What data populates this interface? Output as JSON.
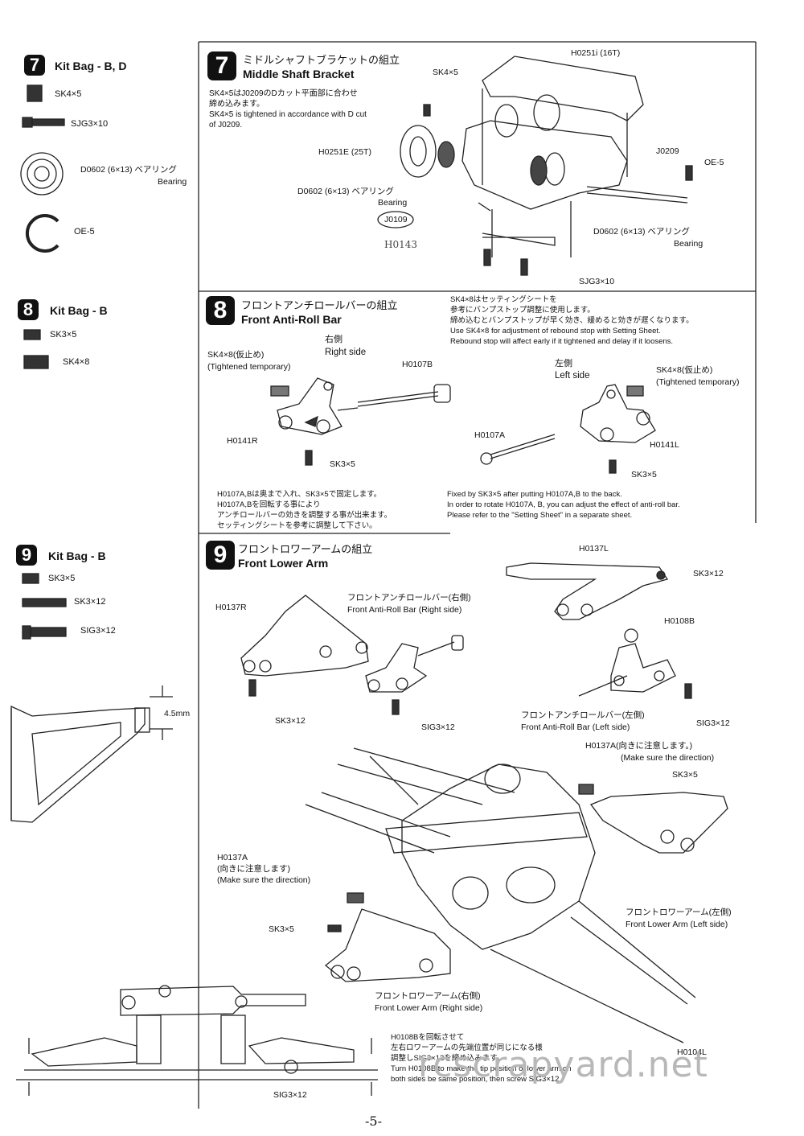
{
  "page_number": "-5-",
  "watermark": "rcscrapyard.net",
  "left": {
    "bag7": {
      "num": "7",
      "title": "Kit Bag - B, D",
      "items": [
        "SK4×5",
        "SJG3×10",
        "D0602 (6×13) ベアリング",
        "Bearing",
        "OE-5"
      ]
    },
    "bag8": {
      "num": "8",
      "title": "Kit Bag - B",
      "items": [
        "SK3×5",
        "SK4×8"
      ]
    },
    "bag9": {
      "num": "9",
      "title": "Kit Bag - B",
      "items": [
        "SK3×5",
        "SK3×12",
        "SIG3×12"
      ]
    },
    "dim": "4.5mm"
  },
  "step7": {
    "num": "7",
    "title_jp": "ミドルシャフトブラケットの組立",
    "title_en": "Middle Shaft Bracket",
    "note": "SK4×5はJ0209のDカット平面部に合わせ\n締め込みます。\nSK4×5 is tightened in accordance with D cut\nof J0209.",
    "labels": {
      "h0251i": "H0251i (16T)",
      "sk4x5": "SK4×5",
      "h0251e": "H0251E (25T)",
      "j0209": "J0209",
      "oe5": "OE-5",
      "d0602a": "D0602 (6×13) ベアリング",
      "bearing_a": "Bearing",
      "j0109": "J0109",
      "h0143": "H0143",
      "d0602b": "D0602 (6×13) ベアリング",
      "bearing_b": "Bearing",
      "sjg": "SJG3×10"
    }
  },
  "step8": {
    "num": "8",
    "title_jp": "フロントアンチロールバーの組立",
    "title_en": "Front Anti-Roll Bar",
    "note_top": "SK4×8はセッティングシートを\n参考にバンプストップ調整に使用します。\n締め込むとバンプストップが早く効き、緩めると効きが遅くなります。\nUse SK4×8 for adjustment of rebound stop with Setting Sheet.\nRebound stop will affect early if it tightened and delay if it loosens.",
    "labels": {
      "sk4x8_l": "SK4×8(仮止め)",
      "tightened_l": "(Tightened temporary)",
      "right_jp": "右側",
      "right_en": "Right side",
      "h0107b": "H0107B",
      "h0141r": "H0141R",
      "sk3x5_r": "SK3×5",
      "left_jp": "左側",
      "left_en": "Left side",
      "sk4x8_r": "SK4×8(仮止め)",
      "tightened_r": "(Tightened temporary)",
      "h0107a": "H0107A",
      "h0141l": "H0141L",
      "sk3x5_l": "SK3×5"
    },
    "note_jp": "H0107A,Bは奥まで入れ、SK3×5で固定します。\nH0107A,Bを回転する事により\nアンチロールバーの効きを調整する事が出来ます。\nセッティングシートを参考に調整して下さい。",
    "note_en": "Fixed by SK3×5 after putting H0107A,B to the back.\nIn order to rotate H0107A, B, you can adjust the effect of anti-roll bar.\nPlease refer to the \"Setting Sheet\" in a separate sheet."
  },
  "step9": {
    "num": "9",
    "title_jp": "フロントロワーアームの組立",
    "title_en": "Front Lower Arm",
    "labels": {
      "h0137l": "H0137L",
      "sk3x12_a": "SK3×12",
      "h0108b": "H0108B",
      "h0137r": "H0137R",
      "arb_r_jp": "フロントアンチロールバー(右側)",
      "arb_r_en": "Front Anti-Roll Bar (Right side)",
      "sk3x12_b": "SK3×12",
      "sig_a": "SIG3×12",
      "arb_l_jp": "フロントアンチロールバー(左側)",
      "arb_l_en": "Front Anti-Roll Bar (Left side)",
      "sig_b": "SIG3×12",
      "h0137a_r_jp": "H0137A(向きに注意します。)",
      "h0137a_r_en": "(Make sure the direction)",
      "sk3x5_a": "SK3×5",
      "h0137a_l": "H0137A",
      "h0137a_l_jp": "(向きに注意します)",
      "h0137a_l_en": "(Make sure the direction)",
      "sk3x5_b": "SK3×5",
      "lower_l_jp": "フロントロワーアーム(左側)",
      "lower_l_en": "Front Lower Arm (Left side)",
      "lower_r_jp": "フロントロワーアーム(右側)",
      "lower_r_en": "Front Lower Arm (Right side)",
      "h0104l": "H0104L",
      "sig_c": "SIG3×12"
    },
    "note": "H0108Bを回転させて\n左右ロワーアームの先端位置が同じになる様\n調整しSIG3×12を締め込みます。\nTurn H0108B to make the tip position of lower arm on\nboth sides be same position, then screw SIG3×12."
  }
}
